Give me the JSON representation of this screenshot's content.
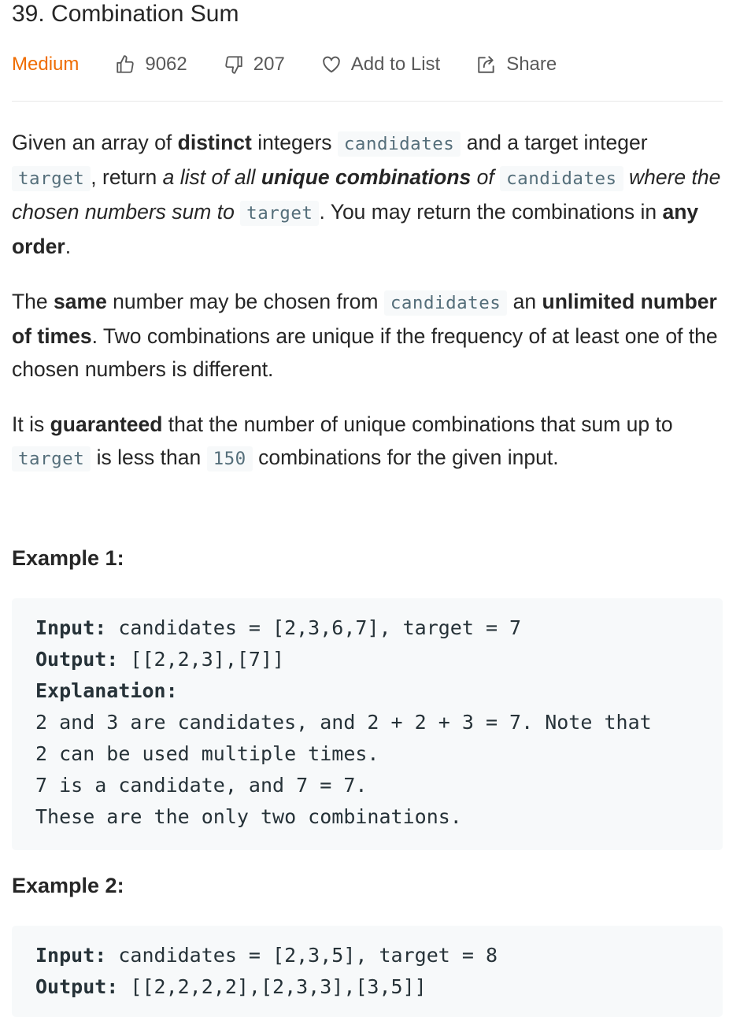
{
  "problem": {
    "title": "39. Combination Sum",
    "difficulty": "Medium",
    "likes": "9062",
    "dislikes": "207",
    "add_to_list": "Add to List",
    "share": "Share"
  },
  "colors": {
    "difficulty": "#ef6c00",
    "code_bg": "#f7f9fa",
    "code_text": "#546e7a"
  },
  "icons": {
    "like": "thumbs-up-icon",
    "dislike": "thumbs-down-icon",
    "favorite": "heart-icon",
    "share": "share-icon"
  },
  "description": {
    "p1": {
      "t1": "Given an array of ",
      "b1": "distinct",
      "t2": " integers ",
      "c1": "candidates",
      "t3": " and a target integer ",
      "c2": "target",
      "t4": ", return ",
      "i1": "a list of all ",
      "ib1": "unique combinations",
      "i2": " of ",
      "c3": "candidates",
      "i3": " where the chosen numbers sum to ",
      "c4": "target",
      "t5": ". You may return the combinations in ",
      "b2": "any order",
      "t6": "."
    },
    "p2": {
      "t1": "The ",
      "b1": "same",
      "t2": " number may be chosen from ",
      "c1": "candidates",
      "t3": " an ",
      "b2": "unlimited number of times",
      "t4": ". Two combinations are unique if the frequency of at least one of the chosen numbers is different."
    },
    "p3": {
      "t1": "It is ",
      "b1": "guaranteed",
      "t2": " that the number of unique combinations that sum up to ",
      "c1": "target",
      "t3": " is less than ",
      "c2": "150",
      "t4": " combinations for the given input."
    }
  },
  "examples": [
    {
      "title": "Example 1:",
      "input_label": "Input:",
      "input": " candidates = [2,3,6,7], target = 7",
      "output_label": "Output:",
      "output": " [[2,2,3],[7]]",
      "explanation_label": "Explanation:",
      "explanation": [
        "2 and 3 are candidates, and 2 + 2 + 3 = 7. Note that",
        "2 can be used multiple times.",
        "7 is a candidate, and 7 = 7.",
        "These are the only two combinations."
      ]
    },
    {
      "title": "Example 2:",
      "input_label": "Input:",
      "input": " candidates = [2,3,5], target = 8",
      "output_label": "Output:",
      "output": " [[2,2,2,2],[2,3,3],[3,5]]"
    }
  ]
}
